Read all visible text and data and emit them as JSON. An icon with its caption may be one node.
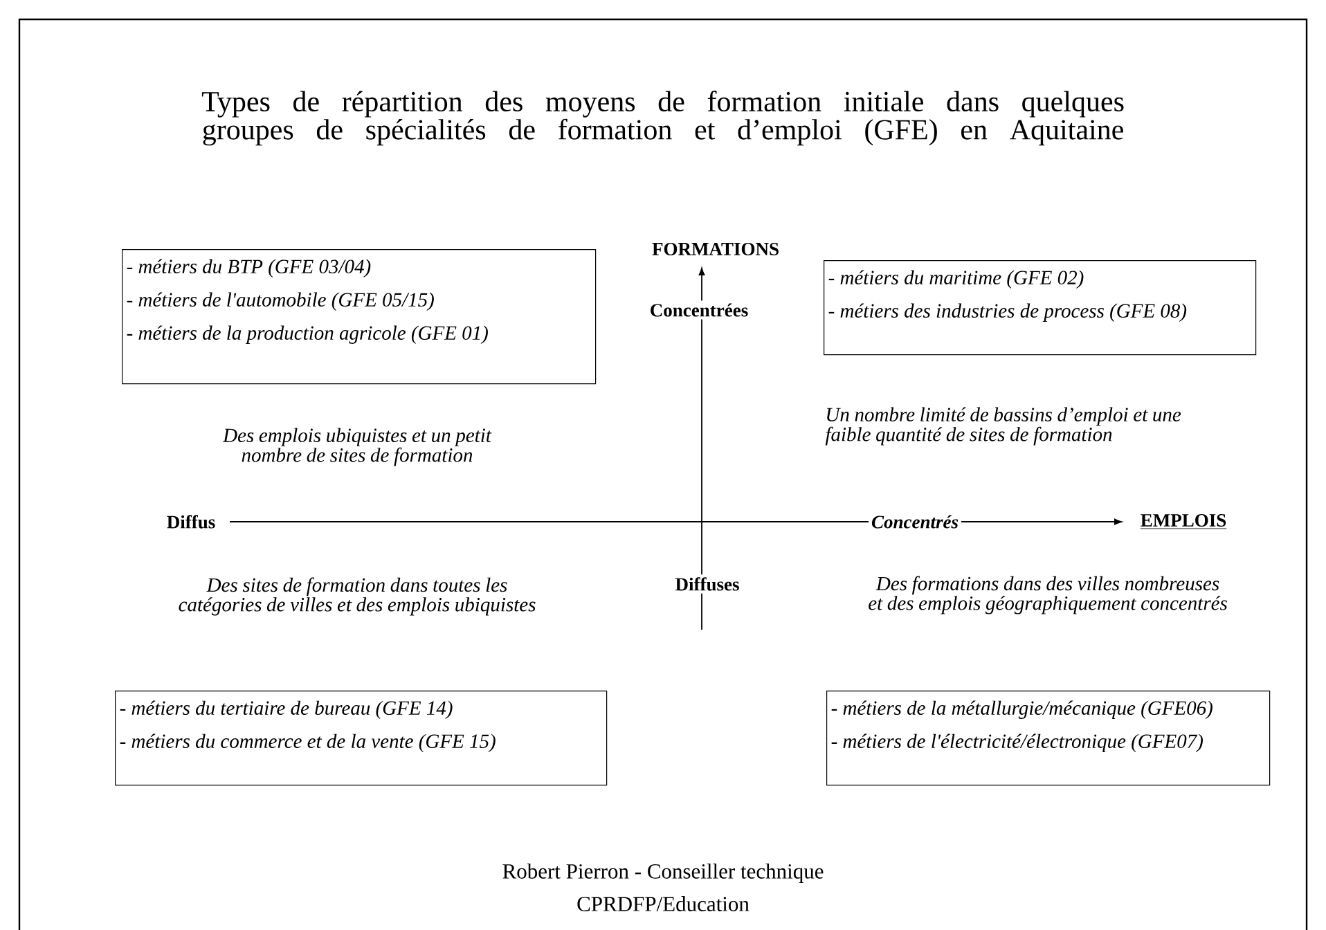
{
  "diagram": {
    "title": "Types de répartition des moyens de formation initiale dans quelques groupes de spécialités de formation et d’emploi (GFE) en Aquitaine",
    "nodes": [
      {
        "text": [
          "-  métiers du BTP (GFE 03/04)",
          "- métiers de l'automobile (GFE 05/15)",
          "- métiers de la production agricole (GFE 01)"
        ]
      },
      {
        "text": [
          "- métiers du maritime (GFE 02)",
          "- métiers des industries de process (GFE 08)"
        ]
      },
      {
        "text": [
          "- métiers du tertiaire de bureau (GFE 14)",
          "- métiers du commerce et de la vente (GFE 15)"
        ]
      },
      {
        "text": [
          "- métiers de la métallurgie/mécanique (GFE06)",
          "- métiers de l'électricité/électronique (GFE07)"
        ]
      }
    ],
    "labels": [
      "FORMATIONS",
      "Concentrées",
      "Des emplois ubiquistes et un petit nombre de sites de formation",
      "Un nombre limité de bassins d’emploi et une faible quantité de sites de formation",
      "Diffus",
      "Concentrés",
      "EMPLOIS",
      "Des sites de formation dans toutes les catégories de villes et des emplois ubiquistes",
      "Diffuses",
      "Des formations dans des villes nombreuses et des emplois géographiquement concentrés",
      "Robert Pierron - Conseiller technique",
      "CPRDFP/Education"
    ]
  }
}
